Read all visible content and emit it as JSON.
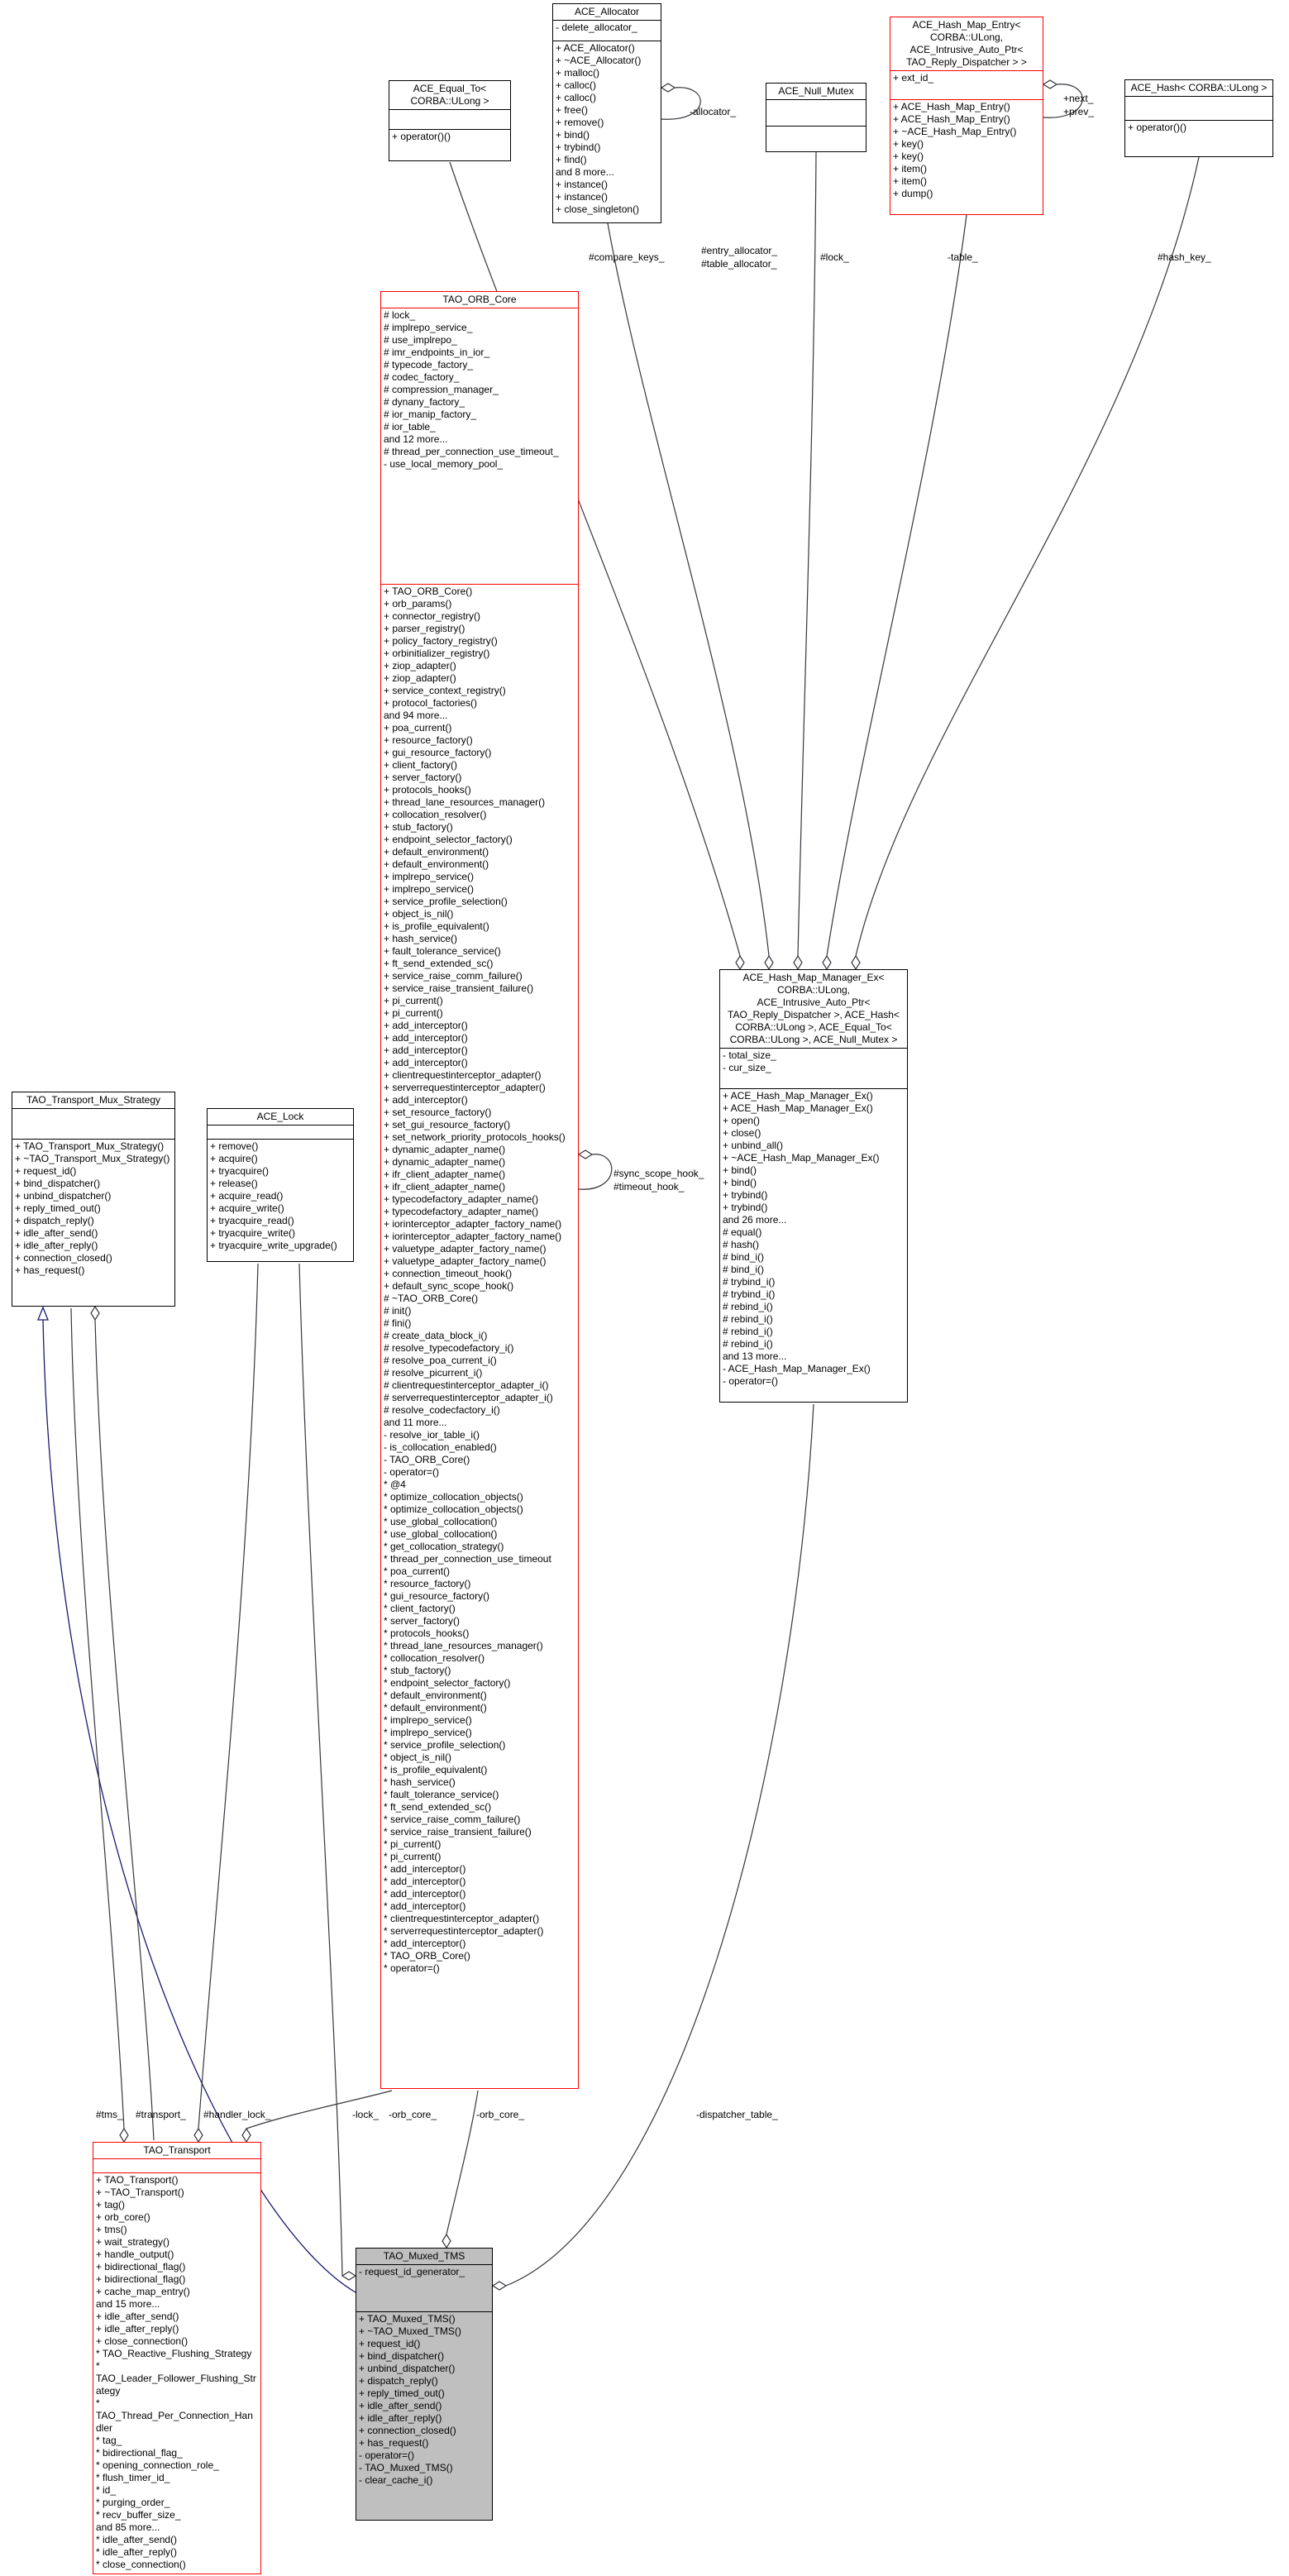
{
  "diagram": {
    "name": "TAO_Muxed_TMS collaboration diagram",
    "colors": {
      "background": "#ffffff",
      "normal_border": "#000000",
      "truncated_border": "#ff0000",
      "focus_fill": "#bfbfbf",
      "edge": "#35353d",
      "inheritance_edge": "#191970",
      "text": "#000000"
    }
  },
  "classes": {
    "equal_to": {
      "title": "ACE_Equal_To< CORBA::ULong >",
      "attributes": [],
      "methods": [
        "+ operator()()"
      ]
    },
    "allocator": {
      "title": "ACE_Allocator",
      "attributes": [
        "- delete_allocator_"
      ],
      "methods": [
        "+ ACE_Allocator()",
        "+ ~ACE_Allocator()",
        "+ malloc()",
        "+ calloc()",
        "+ calloc()",
        "+ free()",
        "+ remove()",
        "+ bind()",
        "+ trybind()",
        "+ find()",
        "and 8 more...",
        "+ instance()",
        "+ instance()",
        "+ close_singleton()"
      ]
    },
    "null_mutex": {
      "title": "ACE_Null_Mutex",
      "attributes": [],
      "methods": []
    },
    "hash_map_entry": {
      "title": "ACE_Hash_Map_Entry< CORBA::ULong, ACE_Intrusive_Auto_Ptr< TAO_Reply_Dispatcher > >",
      "attributes": [
        "+ ext_id_"
      ],
      "methods": [
        "+ ACE_Hash_Map_Entry()",
        "+ ACE_Hash_Map_Entry()",
        "+ ~ACE_Hash_Map_Entry()",
        "+ key()",
        "+ key()",
        "+ item()",
        "+ item()",
        "+ dump()"
      ]
    },
    "hash": {
      "title": "ACE_Hash< CORBA::ULong >",
      "attributes": [],
      "methods": [
        "+ operator()()"
      ]
    },
    "orb_core": {
      "title": "TAO_ORB_Core",
      "attributes": [
        "# lock_",
        "# implrepo_service_",
        "# use_implrepo_",
        "# imr_endpoints_in_ior_",
        "# typecode_factory_",
        "# codec_factory_",
        "# compression_manager_",
        "# dynany_factory_",
        "# ior_manip_factory_",
        "# ior_table_",
        "and 12 more...",
        "# thread_per_connection_use_timeout_",
        "- use_local_memory_pool_"
      ],
      "methods": [
        "+ TAO_ORB_Core()",
        "+ orb_params()",
        "+ connector_registry()",
        "+ parser_registry()",
        "+ policy_factory_registry()",
        "+ orbinitializer_registry()",
        "+ ziop_adapter()",
        "+ ziop_adapter()",
        "+ service_context_registry()",
        "+ protocol_factories()",
        "and 94 more...",
        "+ poa_current()",
        "+ resource_factory()",
        "+ gui_resource_factory()",
        "+ client_factory()",
        "+ server_factory()",
        "+ protocols_hooks()",
        "+ thread_lane_resources_manager()",
        "+ collocation_resolver()",
        "+ stub_factory()",
        "+ endpoint_selector_factory()",
        "+ default_environment()",
        "+ default_environment()",
        "+ implrepo_service()",
        "+ implrepo_service()",
        "+ service_profile_selection()",
        "+ object_is_nil()",
        "+ is_profile_equivalent()",
        "+ hash_service()",
        "+ fault_tolerance_service()",
        "+ ft_send_extended_sc()",
        "+ service_raise_comm_failure()",
        "+ service_raise_transient_failure()",
        "+ pi_current()",
        "+ pi_current()",
        "+ add_interceptor()",
        "+ add_interceptor()",
        "+ add_interceptor()",
        "+ add_interceptor()",
        "+ clientrequestinterceptor_adapter()",
        "+ serverrequestinterceptor_adapter()",
        "+ add_interceptor()",
        "+ set_resource_factory()",
        "+ set_gui_resource_factory()",
        "+ set_network_priority_protocols_hooks()",
        "+ dynamic_adapter_name()",
        "+ dynamic_adapter_name()",
        "+ ifr_client_adapter_name()",
        "+ ifr_client_adapter_name()",
        "+ typecodefactory_adapter_name()",
        "+ typecodefactory_adapter_name()",
        "+ iorinterceptor_adapter_factory_name()",
        "+ iorinterceptor_adapter_factory_name()",
        "+ valuetype_adapter_factory_name()",
        "+ valuetype_adapter_factory_name()",
        "+ connection_timeout_hook()",
        "+ default_sync_scope_hook()",
        "# ~TAO_ORB_Core()",
        "# init()",
        "# fini()",
        "# create_data_block_i()",
        "# resolve_typecodefactory_i()",
        "# resolve_poa_current_i()",
        "# resolve_picurrent_i()",
        "# clientrequestinterceptor_adapter_i()",
        "# serverrequestinterceptor_adapter_i()",
        "# resolve_codecfactory_i()",
        "and 11 more...",
        "- resolve_ior_table_i()",
        "- is_collocation_enabled()",
        "- TAO_ORB_Core()",
        "- operator=()",
        "* @4",
        "* optimize_collocation_objects()",
        "* optimize_collocation_objects()",
        "* use_global_collocation()",
        "* use_global_collocation()",
        "* get_collocation_strategy()",
        "* thread_per_connection_use_timeout",
        "* poa_current()",
        "* resource_factory()",
        "* gui_resource_factory()",
        "* client_factory()",
        "* server_factory()",
        "* protocols_hooks()",
        "* thread_lane_resources_manager()",
        "* collocation_resolver()",
        "* stub_factory()",
        "* endpoint_selector_factory()",
        "* default_environment()",
        "* default_environment()",
        "* implrepo_service()",
        "* implrepo_service()",
        "* service_profile_selection()",
        "* object_is_nil()",
        "* is_profile_equivalent()",
        "* hash_service()",
        "* fault_tolerance_service()",
        "* ft_send_extended_sc()",
        "* service_raise_comm_failure()",
        "* service_raise_transient_failure()",
        "* pi_current()",
        "* pi_current()",
        "* add_interceptor()",
        "* add_interceptor()",
        "* add_interceptor()",
        "* add_interceptor()",
        "* clientrequestinterceptor_adapter()",
        "* serverrequestinterceptor_adapter()",
        "* add_interceptor()",
        "* TAO_ORB_Core()",
        "* operator=()"
      ]
    },
    "hash_map_manager": {
      "title": "ACE_Hash_Map_Manager_Ex< CORBA::ULong, ACE_Intrusive_Auto_Ptr< TAO_Reply_Dispatcher >, ACE_Hash< CORBA::ULong >, ACE_Equal_To< CORBA::ULong >, ACE_Null_Mutex >",
      "attributes": [
        "- total_size_",
        "- cur_size_"
      ],
      "methods": [
        "+ ACE_Hash_Map_Manager_Ex()",
        "+ ACE_Hash_Map_Manager_Ex()",
        "+ open()",
        "+ close()",
        "+ unbind_all()",
        "+ ~ACE_Hash_Map_Manager_Ex()",
        "+ bind()",
        "+ bind()",
        "+ trybind()",
        "+ trybind()",
        "and 26 more...",
        "# equal()",
        "# hash()",
        "# bind_i()",
        "# bind_i()",
        "# trybind_i()",
        "# trybind_i()",
        "# rebind_i()",
        "# rebind_i()",
        "# rebind_i()",
        "# rebind_i()",
        "and 13 more...",
        "- ACE_Hash_Map_Manager_Ex()",
        "- operator=()"
      ]
    },
    "mux_strategy": {
      "title": "TAO_Transport_Mux_Strategy",
      "attributes": [],
      "methods": [
        "+ TAO_Transport_Mux_Strategy()",
        "+ ~TAO_Transport_Mux_Strategy()",
        "+ request_id()",
        "+ bind_dispatcher()",
        "+ unbind_dispatcher()",
        "+ reply_timed_out()",
        "+ dispatch_reply()",
        "+ idle_after_send()",
        "+ idle_after_reply()",
        "+ connection_closed()",
        "+ has_request()"
      ]
    },
    "ace_lock": {
      "title": "ACE_Lock",
      "attributes": [],
      "methods": [
        "+ remove()",
        "+ acquire()",
        "+ tryacquire()",
        "+ release()",
        "+ acquire_read()",
        "+ acquire_write()",
        "+ tryacquire_read()",
        "+ tryacquire_write()",
        "+ tryacquire_write_upgrade()"
      ]
    },
    "transport": {
      "title": "TAO_Transport",
      "attributes": [],
      "methods": [
        "+ TAO_Transport()",
        "+ ~TAO_Transport()",
        "+ tag()",
        "+ orb_core()",
        "+ tms()",
        "+ wait_strategy()",
        "+ handle_output()",
        "+ bidirectional_flag()",
        "+ bidirectional_flag()",
        "+ cache_map_entry()",
        "and 15 more...",
        "+ idle_after_send()",
        "+ idle_after_reply()",
        "+ close_connection()",
        "* TAO_Reactive_Flushing_Strategy",
        "* TAO_Leader_Follower_Flushing_Strategy",
        "* TAO_Thread_Per_Connection_Handler",
        "* tag_",
        "* bidirectional_flag_",
        "* opening_connection_role_",
        "* flush_timer_id_",
        "* id_",
        "* purging_order_",
        "* recv_buffer_size_",
        "and 85 more...",
        "* idle_after_send()",
        "* idle_after_reply()",
        "* close_connection()"
      ]
    },
    "muxed_tms": {
      "title": "TAO_Muxed_TMS",
      "attributes": [
        "- request_id_generator_"
      ],
      "methods": [
        "+ TAO_Muxed_TMS()",
        "+ ~TAO_Muxed_TMS()",
        "+ request_id()",
        "+ bind_dispatcher()",
        "+ unbind_dispatcher()",
        "+ dispatch_reply()",
        "+ reply_timed_out()",
        "+ idle_after_send()",
        "+ idle_after_reply()",
        "+ connection_closed()",
        "+ has_request()",
        "- operator=()",
        "- TAO_Muxed_TMS()",
        "- clear_cache_i()"
      ]
    }
  },
  "edge_labels": {
    "allocator_self": "-allocator_",
    "next": "+next_",
    "prev": "+prev_",
    "compare_keys": "#compare_keys_",
    "entry_allocator": "#entry_allocator_",
    "table_allocator": "#table_allocator_",
    "lock_mutex": "#lock_",
    "table": "-table_",
    "hash_key": "#hash_key_",
    "sync_scope_hook": "#sync_scope_hook_",
    "timeout_hook": "#timeout_hook_",
    "tms": "#tms_",
    "transport": "#transport_",
    "handler_lock": "#handler_lock_",
    "lock": "-lock_",
    "orb_core_1": "-orb_core_",
    "orb_core_2": "-orb_core_",
    "dispatcher_table": "-dispatcher_table_"
  }
}
